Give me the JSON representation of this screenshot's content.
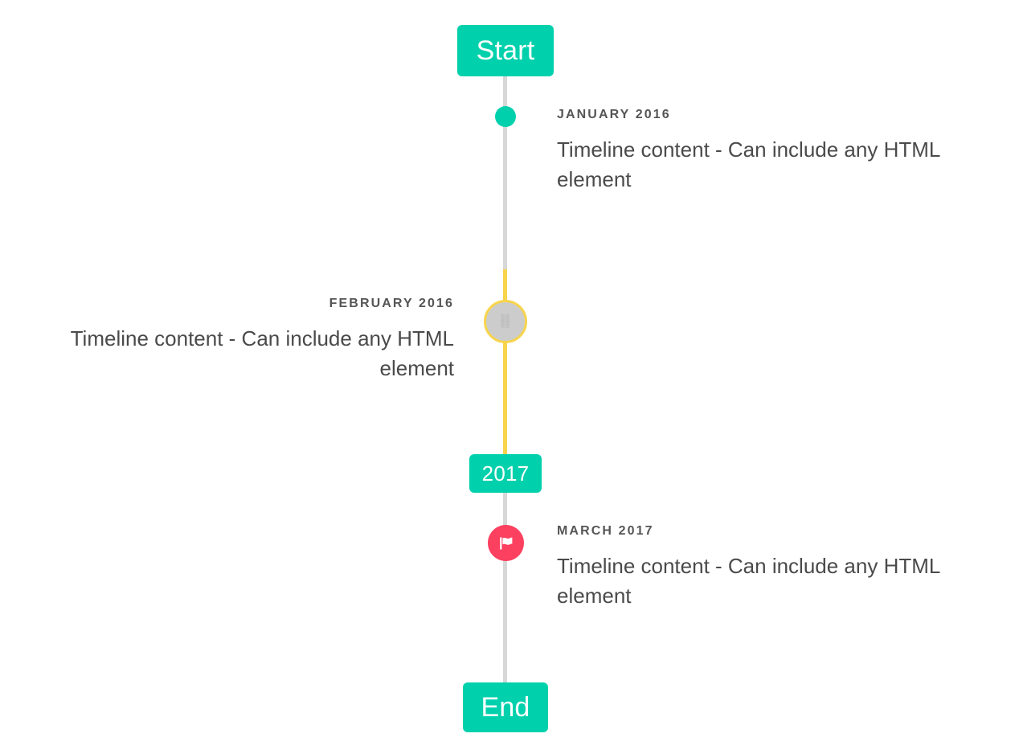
{
  "timeline": {
    "axis": {
      "line_color_default": "#d7d7d7",
      "line_color_highlight": "#f7d44c"
    },
    "caps": [
      {
        "id": "start",
        "label": "Start",
        "color": "#00d1ac",
        "position": "top"
      },
      {
        "id": "midpoint",
        "label": "2017",
        "color": "#00d1ac",
        "position": "middle"
      },
      {
        "id": "end",
        "label": "End",
        "color": "#00d1ac",
        "position": "bottom"
      }
    ],
    "entries": [
      {
        "id": "january-2016",
        "label": "JANUARY 2016",
        "body": "Timeline content - Can include any HTML element",
        "side": "right",
        "marker": {
          "type": "dot",
          "icon": "dot-icon",
          "color": "#00d1ac"
        }
      },
      {
        "id": "february-2016",
        "label": "FEBRUARY 2016",
        "body": "Timeline content - Can include any HTML element",
        "side": "left",
        "marker": {
          "type": "ring",
          "icon": "missing-glyph-icon",
          "color": "#cccccc",
          "ring_color": "#f7d44c"
        }
      },
      {
        "id": "march-2017",
        "label": "MARCH 2017",
        "body": "Timeline content - Can include any HTML element",
        "side": "right",
        "marker": {
          "type": "badge",
          "icon": "flag-icon",
          "color": "#fc405f",
          "icon_color": "#ffffff"
        }
      }
    ]
  }
}
